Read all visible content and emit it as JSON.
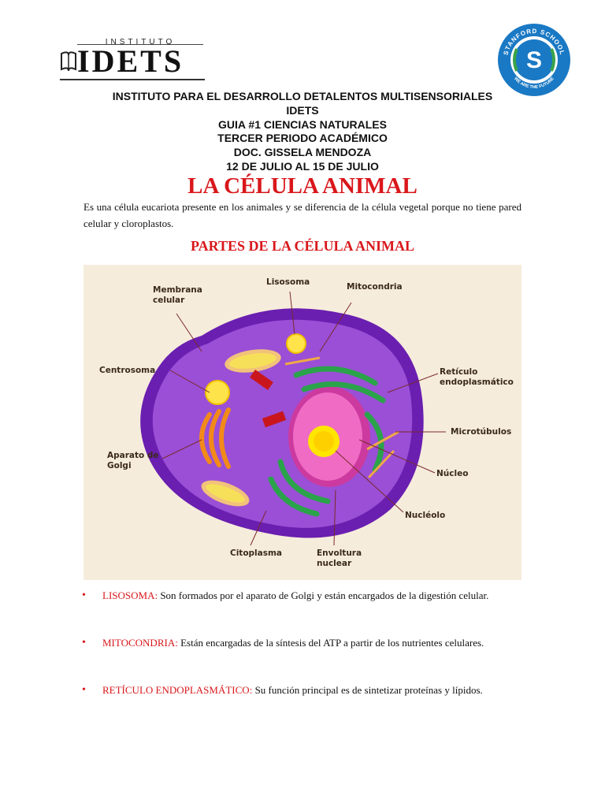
{
  "logo": {
    "top_text": "INSTITUTO",
    "brand": "IDETS"
  },
  "badge": {
    "top_text": "STANFORD SCHOOL",
    "bottom_text": "WE ARE THE FUTURE",
    "letter": "S"
  },
  "header": {
    "line1": "INSTITUTO PARA EL DESARROLLO DETALENTOS MULTISENSORIALES",
    "line2": "IDETS",
    "line3": "GUIA #1 CIENCIAS NATURALES",
    "line4": "TERCER PERIODO ACADÉMICO",
    "line5": "DOC. GISSELA MENDOZA",
    "line6": "12 DE JULIO AL 15 DE JULIO"
  },
  "title": "LA CÉLULA ANIMAL",
  "intro": "Es una célula eucariota presente en los animales y se diferencia de la célula vegetal porque no tiene pared celular y cloroplastos.",
  "subtitle": "PARTES DE LA CÉLULA ANIMAL",
  "figure_labels": {
    "membrana": "Membrana celular",
    "lisosoma": "Lisosoma",
    "mitocondria": "Mitocondria",
    "centrosoma": "Centrosoma",
    "reticulo": "Retículo endoplasmático",
    "microtubulos": "Microtúbulos",
    "golgi": "Aparato de Golgi",
    "nucleo": "Núcleo",
    "nucleolo": "Nucléolo",
    "citoplasma": "Citoplasma",
    "envoltura": "Envoltura nuclear"
  },
  "items": [
    {
      "term": "LISOSOMA:",
      "text": "Son formados por el aparato de Golgi y están encargados de la digestión celular."
    },
    {
      "term": "MITOCONDRIA:",
      "text": "Están encargadas de la síntesis del ATP a partir de los nutrientes celulares."
    },
    {
      "term": "RETÍCULO ENDOPLASMÁTICO:",
      "text": "Su función principal es de sintetizar proteínas y lípidos."
    }
  ],
  "colors": {
    "accent_red": "#d9171b",
    "badge_blue": "#1a79c4",
    "cell_purple": "#8b3fc6"
  }
}
